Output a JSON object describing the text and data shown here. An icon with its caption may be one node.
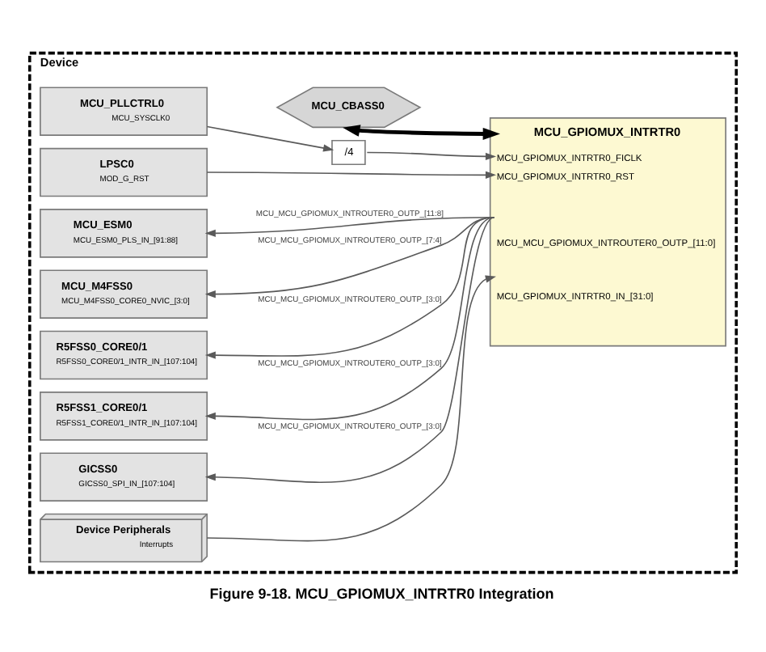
{
  "diagram": {
    "caption": "Figure 9-18. MCU_GPIOMUX_INTRTR0 Integration",
    "nodes": [
      {
        "text": [
          "Device"
        ]
      },
      {
        "text": [
          "MCU_CBASS0"
        ],
        "in": 0
      },
      {
        "text": [
          "MCU_PLLCTRL0",
          "MCU_SYSCLK0"
        ],
        "in": 0
      },
      {
        "text": [
          "/4"
        ],
        "in": 0
      },
      {
        "text": [
          "LPSC0",
          "MOD_G_RST"
        ],
        "in": 0
      },
      {
        "text": [
          "MCU_GPIOMUX_INTRTR0",
          "MCU_GPIOMUX_INTRTR0_FICLK",
          "MCU_GPIOMUX_INTRTR0_RST",
          "MCU_MCU_GPIOMUX_INTROUTER0_OUTP_[11:0]",
          "MCU_GPIOMUX_INTRTR0_IN_[31:0]"
        ],
        "in": 0
      },
      {
        "text": [
          "MCU_ESM0",
          "MCU_ESM0_PLS_IN_[91:88]"
        ],
        "in": 0
      },
      {
        "text": [
          "MCU_M4FSS0",
          "MCU_M4FSS0_CORE0_NVIC_[3:0]"
        ],
        "in": 0
      },
      {
        "text": [
          "R5FSS0_CORE0/1",
          "R5FSS0_CORE0/1_INTR_IN_[107:104]"
        ],
        "in": 0
      },
      {
        "text": [
          "R5FSS1_CORE0/1",
          "R5FSS1_CORE0/1_INTR_IN_[107:104]"
        ],
        "in": 0
      },
      {
        "text": [
          "GICSS0",
          "GICSS0_SPI_IN_[107:104]"
        ],
        "in": 0
      },
      {
        "text": [
          "Device Peripherals",
          "Interrupts"
        ],
        "in": 0
      }
    ],
    "edges": [
      {
        "from": 1,
        "to": 5,
        "arrow": "both",
        "style": "thick",
        "color": "#000000"
      },
      {
        "from": 2,
        "to": 3,
        "arrow": "to"
      },
      {
        "from": 3,
        "to": 5,
        "arrow": "to"
      },
      {
        "from": 4,
        "to": 5,
        "arrow": "to"
      },
      {
        "from": 5,
        "to": 6,
        "arrow": "to",
        "label": "MCU_MCU_GPIOMUX_INTROUTER0_OUTP_[11:8]"
      },
      {
        "from": 5,
        "to": 7,
        "arrow": "to",
        "label": "MCU_MCU_GPIOMUX_INTROUTER0_OUTP_[7:4]"
      },
      {
        "from": 5,
        "to": 8,
        "arrow": "to",
        "label": "MCU_MCU_GPIOMUX_INTROUTER0_OUTP_[3:0]"
      },
      {
        "from": 5,
        "to": 9,
        "arrow": "to",
        "label": "MCU_MCU_GPIOMUX_INTROUTER0_OUTP_[3:0]"
      },
      {
        "from": 5,
        "to": 10,
        "arrow": "to",
        "label": "MCU_MCU_GPIOMUX_INTROUTER0_OUTP_[3:0]"
      },
      {
        "from": 11,
        "to": 5,
        "arrow": "to"
      }
    ]
  }
}
